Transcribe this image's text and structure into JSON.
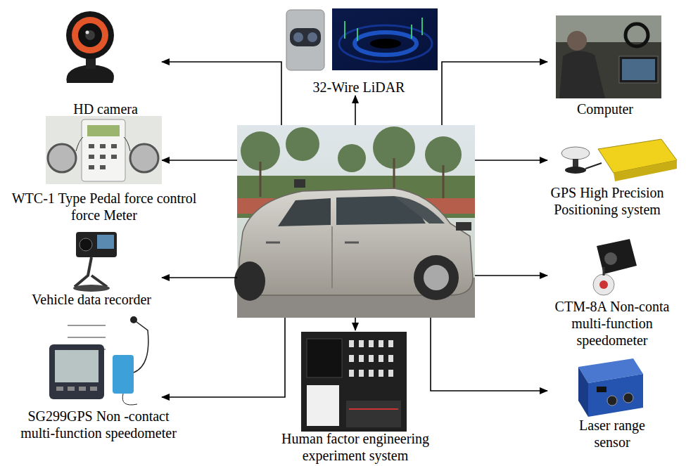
{
  "diagram": {
    "labels": [
      "HD camera",
      "32-Wire LiDAR",
      "Computer",
      "WTC-1 Type Pedal force control force Meter",
      "GPS High Precision Positioning system",
      "Vehicle data recorder",
      "CTM-8A Non-conta multi-function speedometer",
      "SG299GPS Non -contact multi-function speedometer",
      "Human factor engineering experiment system",
      "Laser range sensor"
    ]
  }
}
